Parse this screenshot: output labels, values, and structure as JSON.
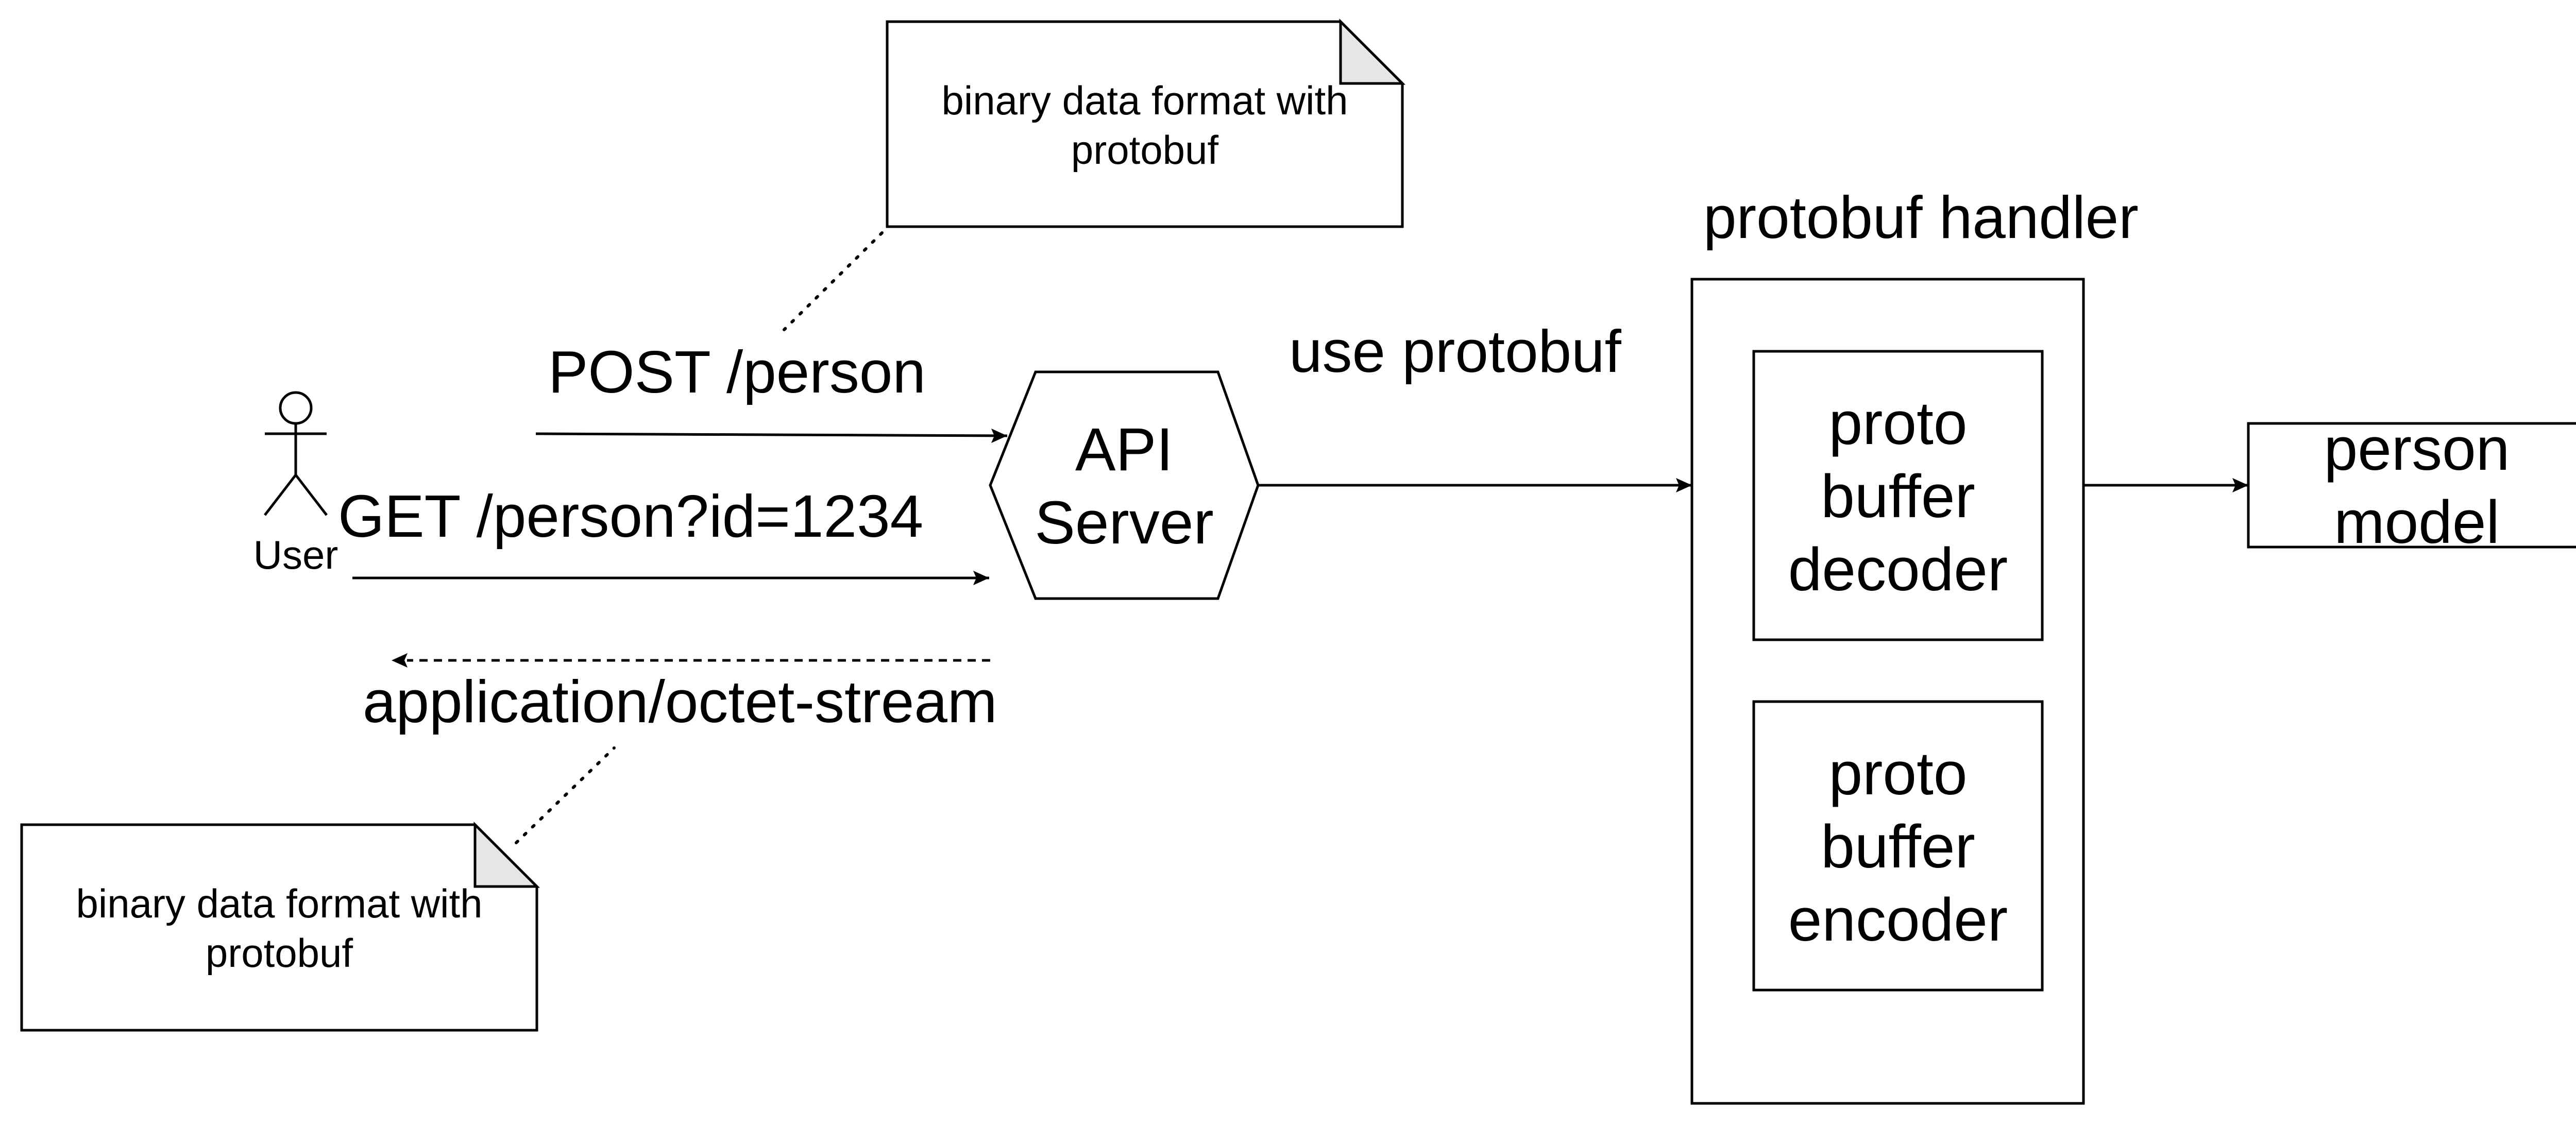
{
  "diagram": {
    "actor": {
      "label": "User"
    },
    "notes": {
      "request_note": {
        "line1": "binary data format with",
        "line2": "protobuf"
      },
      "response_note": {
        "line1": "binary data format with",
        "line2": "protobuf"
      }
    },
    "edges": {
      "post_request": "POST /person",
      "get_request": "GET /person?id=1234",
      "response": "application/octet-stream",
      "server_to_handler": "use protobuf"
    },
    "api_server": {
      "line1": "API",
      "line2": "Server"
    },
    "handler": {
      "title": "protobuf handler",
      "decoder": {
        "line1": "proto",
        "line2": "buffer",
        "line3": "decoder"
      },
      "encoder": {
        "line1": "proto",
        "line2": "buffer",
        "line3": "encoder"
      }
    },
    "person_model": {
      "line1": "person",
      "line2": "model"
    }
  }
}
